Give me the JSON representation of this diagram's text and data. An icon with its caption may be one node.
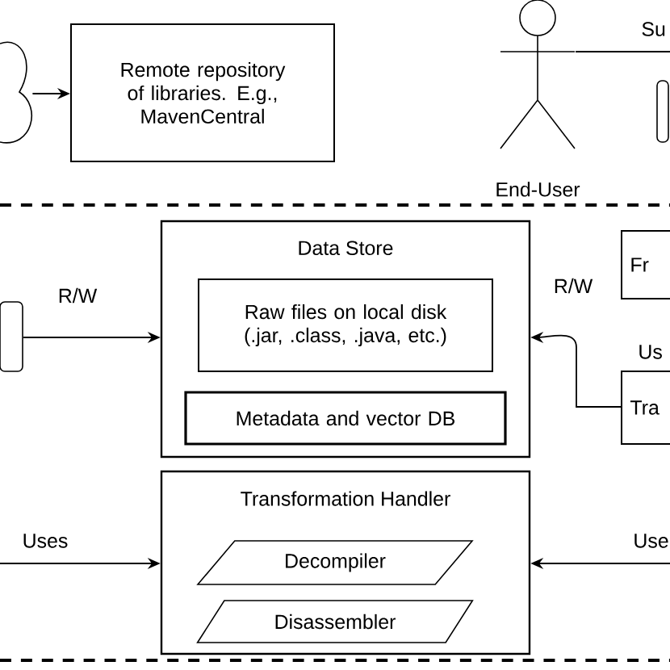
{
  "diagram": {
    "nodes": [
      {
        "text": [],
        "shape": "cloud"
      },
      {
        "text": [
          "Remote repository of libraries. E.g., MavenCentral"
        ]
      },
      {
        "text": [
          "End-User"
        ]
      },
      {
        "text": [],
        "shape": "box"
      },
      {
        "text": [],
        "shape": "box"
      },
      {
        "text": [
          "Data Store"
        ]
      },
      {
        "text": [
          "Raw files on local disk (.jar, .class, .java, etc.)"
        ],
        "in": 5
      },
      {
        "text": [
          "Metadata and vector DB"
        ],
        "in": 5
      },
      {
        "text": [
          "Fr"
        ]
      },
      {
        "text": [
          "Tra"
        ]
      },
      {
        "text": [
          "Transformation Handler"
        ]
      },
      {
        "text": [
          "Decompiler"
        ],
        "in": 10
      },
      {
        "text": [
          "Disassembler"
        ],
        "in": 10
      }
    ],
    "edges": [
      {
        "from": 0,
        "to": 1,
        "arrow": "to"
      },
      {
        "from": 2,
        "to": null,
        "arrow": "none",
        "label": "Su"
      },
      {
        "from": 4,
        "to": 5,
        "arrow": "to",
        "label": "R/W"
      },
      {
        "from": 9,
        "to": 5,
        "arrow": "to",
        "label": "R/W"
      },
      {
        "from": null,
        "to": 10,
        "arrow": "to",
        "label": "Uses"
      },
      {
        "from": null,
        "to": 10,
        "arrow": "to",
        "label": "Use"
      }
    ],
    "labels": [
      "Us"
    ]
  }
}
